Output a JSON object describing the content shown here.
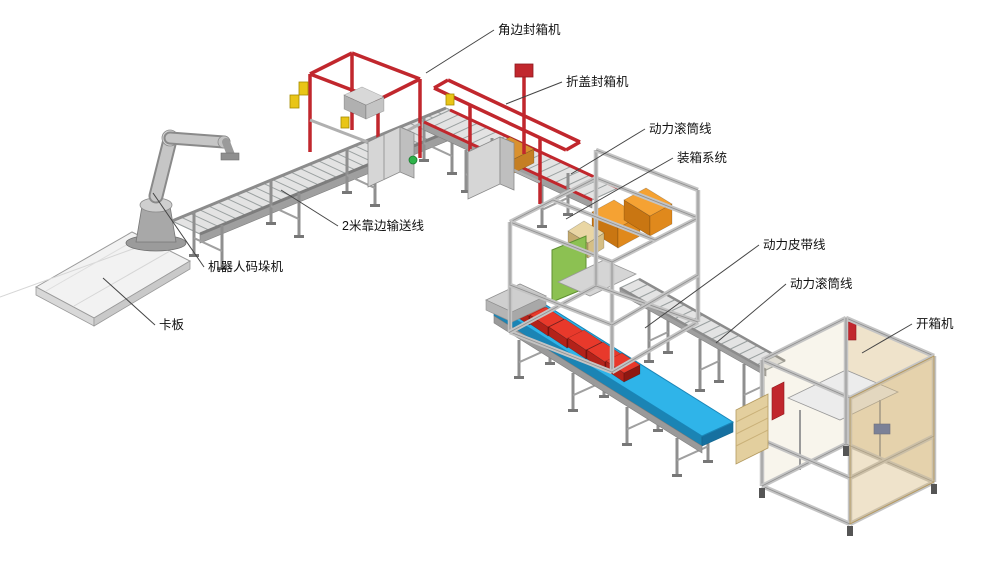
{
  "diagram": {
    "type": "packaging-line-equipment-layout",
    "background": "#ffffff",
    "labels": [
      {
        "id": "corner-sealer",
        "text": "角边封箱机"
      },
      {
        "id": "flap-sealer",
        "text": "折盖封箱机"
      },
      {
        "id": "power-roller-line-1",
        "text": "动力滚筒线"
      },
      {
        "id": "case-packing-system",
        "text": "装箱系统"
      },
      {
        "id": "power-belt-line",
        "text": "动力皮带线"
      },
      {
        "id": "power-roller-line-2",
        "text": "动力滚筒线"
      },
      {
        "id": "carton-erector",
        "text": "开箱机"
      },
      {
        "id": "edge-conveyor-2m",
        "text": "2米靠边输送线"
      },
      {
        "id": "robot-palletizer",
        "text": "机器人码垛机"
      },
      {
        "id": "pallet",
        "text": "卡板"
      }
    ],
    "colors": {
      "machine_red": "#c1272d",
      "belt_blue": "#2fb4e9",
      "carton_orange": "#f5a233",
      "box_red": "#e8392b",
      "panel_tan": "#d8c08a",
      "panel_green": "#8cc152",
      "metal_gray": "#c4c4c4"
    }
  }
}
